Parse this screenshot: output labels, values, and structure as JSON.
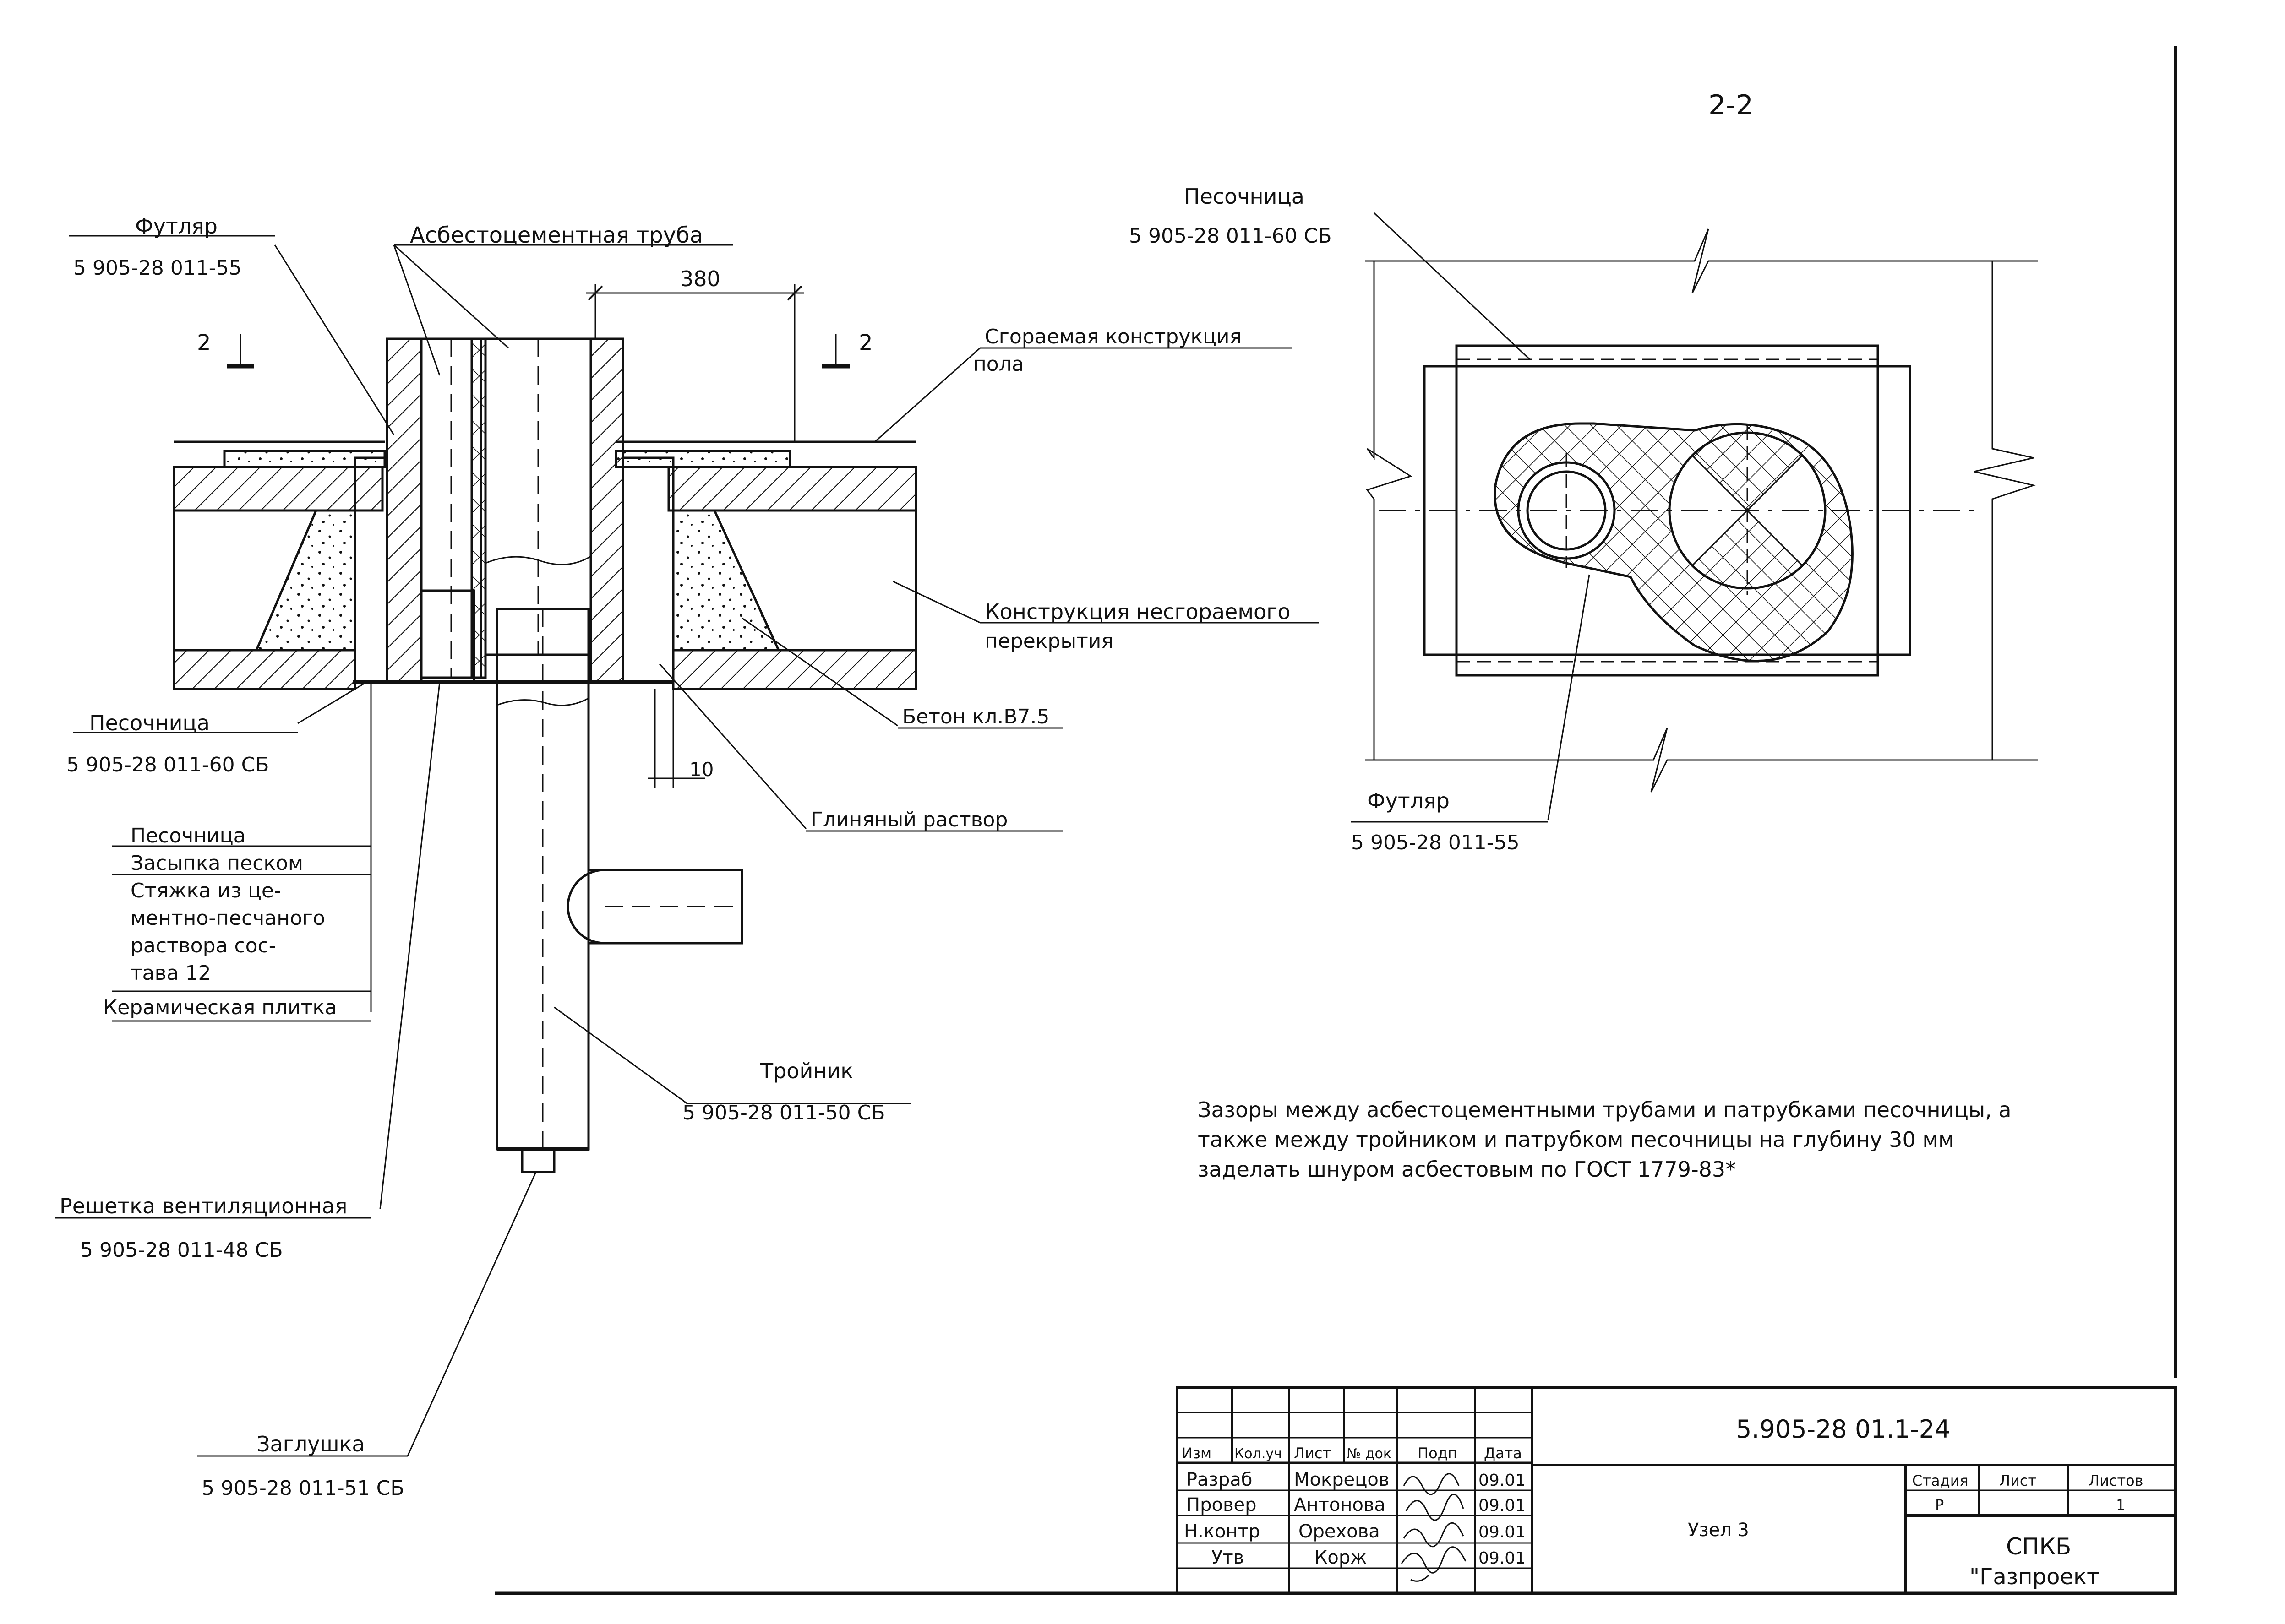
{
  "section_title": "2-2",
  "left_view": {
    "futlyar": {
      "name": "Футляр",
      "code": "5 905-28 011-55"
    },
    "asbestos_pipe": "Асбестоцементная труба",
    "dim_380": "380",
    "dim_10": "10",
    "section_mark": "2",
    "combustible_floor": {
      "line1": "Сгораемая конструкция",
      "line2": "пола"
    },
    "noncombustible_slab": {
      "line1": "Конструкция несгораемого",
      "line2": "перекрытия"
    },
    "concrete": "Бетон кл.В7.5",
    "clay_mortar": "Глиняный раствор",
    "pesochnitsa": {
      "name": "Песочница",
      "code": "5 905-28 011-60 СБ"
    },
    "layers": [
      "Песочница",
      "Засыпка песком",
      "Стяжка из це-",
      "ментно-песчаного",
      "раствора сос-",
      "тава 12",
      "Керамическая плитка"
    ],
    "troinik": {
      "name": "Тройник",
      "code": "5 905-28 011-50 СБ"
    },
    "reshetka": {
      "name": "Решетка вентиляционная",
      "code": "5 905-28 011-48 СБ"
    },
    "zaglushka": {
      "name": "Заглушка",
      "code": "5 905-28 011-51 СБ"
    }
  },
  "right_view": {
    "pesochnitsa": {
      "name": "Песочница",
      "code": "5 905-28 011-60 СБ"
    },
    "futlyar": {
      "name": "Футляр",
      "code": "5 905-28 011-55"
    }
  },
  "note": [
    "Зазоры между асбестоцементными трубами и патрубками песочницы, а",
    "также между тройником и патрубком песочницы на глубину 30 мм",
    "заделать шнуром асбестовым по ГОСТ 1779-83*"
  ],
  "title_block": {
    "designation": "5.905-28 01.1-24",
    "headers": [
      "Изм",
      "Кол.уч",
      "Лист",
      "№ док",
      "Подп",
      "Дата"
    ],
    "rows": [
      {
        "role": "Разраб",
        "name": "Мокрецов",
        "date": "09.01"
      },
      {
        "role": "Провер",
        "name": "Антонова",
        "date": "09.01"
      },
      {
        "role": "Н.контр",
        "name": "Орехова",
        "date": "09.01"
      },
      {
        "role": "Утв",
        "name": "Корж",
        "date": "09.01"
      }
    ],
    "node_name": "Узел 3",
    "stage_header": "Стадия",
    "sheet_header": "Лист",
    "sheets_header": "Листов",
    "stage": "Р",
    "sheet": "",
    "sheets": "1",
    "org_line1": "СПКБ",
    "org_line2": "\"Газпроект"
  }
}
